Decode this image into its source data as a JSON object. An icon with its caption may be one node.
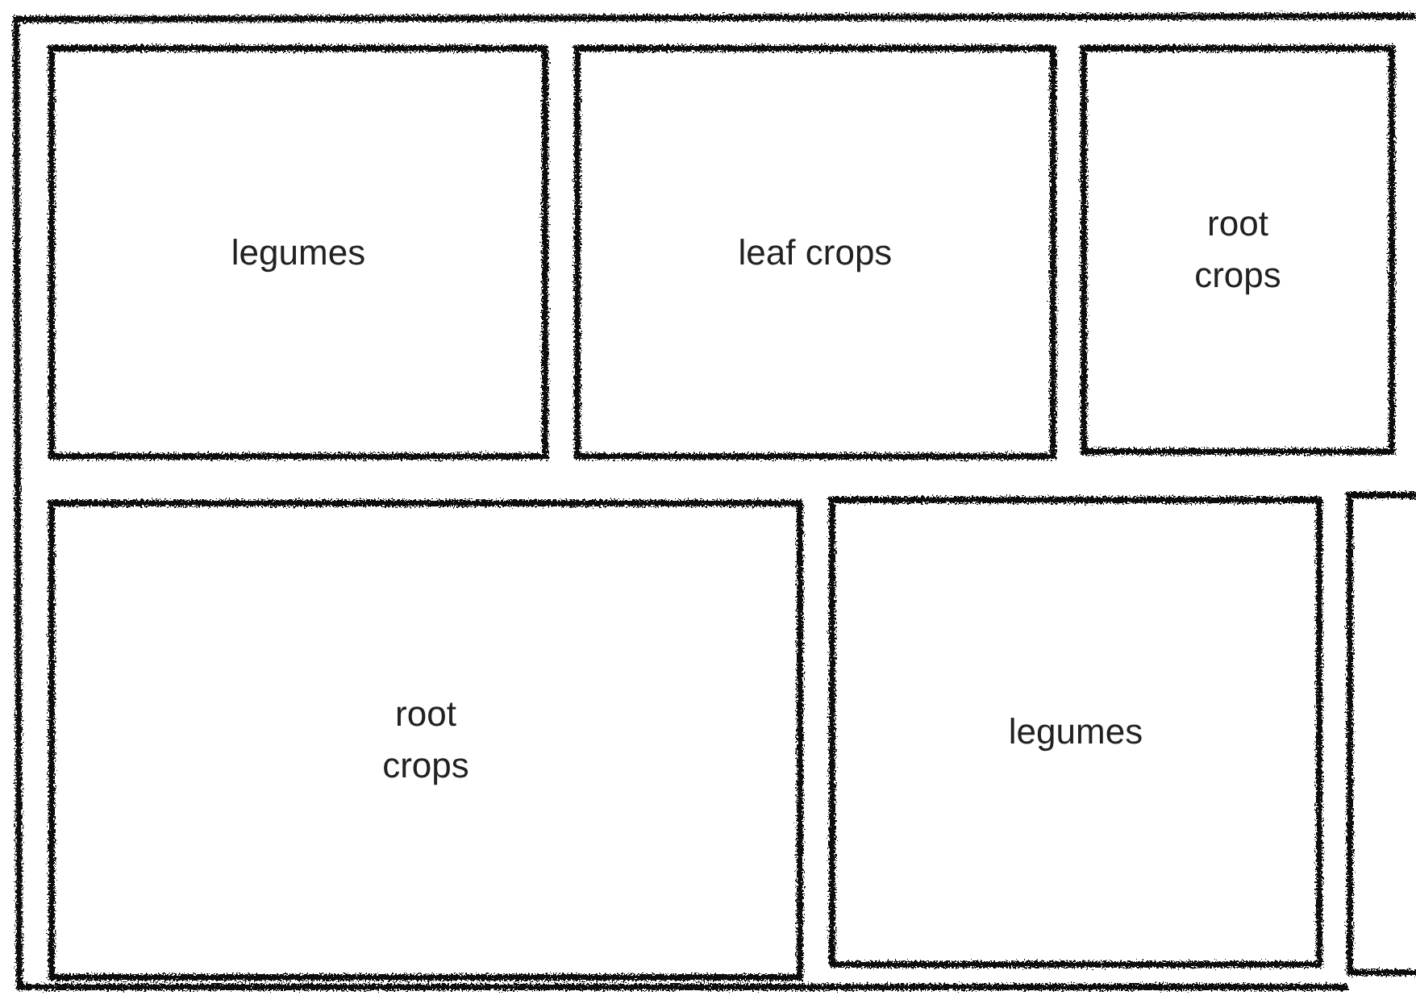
{
  "diagram": {
    "nodes": [
      {
        "text": [
          "legumes"
        ]
      },
      {
        "text": [
          "leaf crops"
        ]
      },
      {
        "text": [
          "root crops"
        ]
      },
      {
        "text": [
          "root crops"
        ]
      },
      {
        "text": [
          "legumes"
        ]
      },
      {
        "text": [],
        "shape": "box"
      }
    ]
  }
}
